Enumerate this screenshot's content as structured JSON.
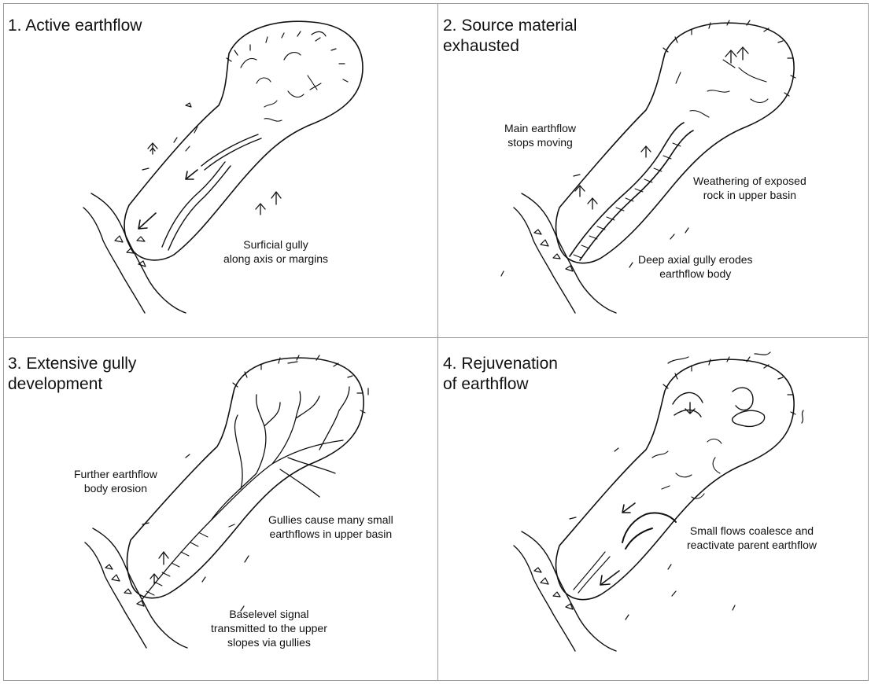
{
  "panels": [
    {
      "title": "1. Active earthflow",
      "labels": [
        "Surficial gully\nalong axis or margins"
      ]
    },
    {
      "title": "2. Source material\nexhausted",
      "labels": [
        "Main earthflow\nstops moving",
        "Weathering of exposed\nrock in upper basin",
        "Deep axial gully erodes\nearthflow body"
      ]
    },
    {
      "title": "3. Extensive gully\ndevelopment",
      "labels": [
        "Further earthflow\nbody erosion",
        "Gullies cause many small\nearthflows in upper basin",
        "Baselevel signal\ntransmitted to the upper\nslopes via gullies"
      ]
    },
    {
      "title": "4. Rejuvenation\nof earthflow",
      "labels": [
        "Small flows coalesce and\nreactivate parent earthflow"
      ]
    }
  ]
}
